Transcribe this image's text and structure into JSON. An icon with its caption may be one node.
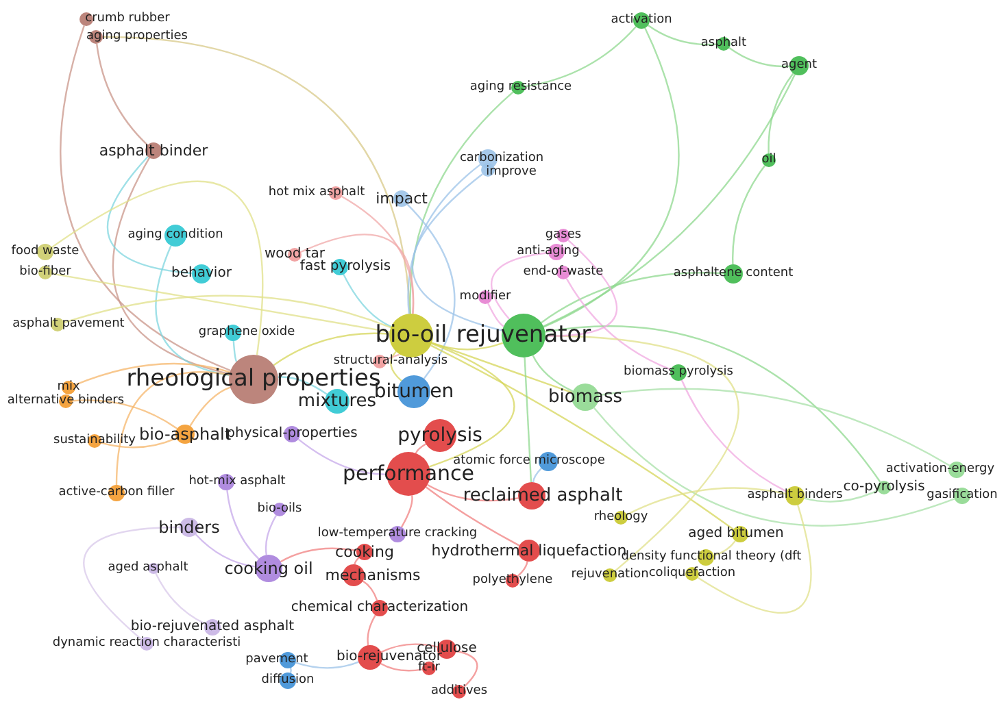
{
  "diagram": {
    "nodes": [
      {
        "text": [
          "crumb rubber"
        ]
      },
      {
        "text": [
          "aging properties"
        ]
      },
      {
        "text": [
          "asphalt binder"
        ]
      },
      {
        "text": [
          "aging resistance"
        ]
      },
      {
        "text": [
          "activation"
        ]
      },
      {
        "text": [
          "asphalt"
        ]
      },
      {
        "text": [
          "agent"
        ]
      },
      {
        "text": [
          "oil"
        ]
      },
      {
        "text": [
          "carbonization"
        ]
      },
      {
        "text": [
          "improve"
        ]
      },
      {
        "text": [
          "hot mix asphalt"
        ]
      },
      {
        "text": [
          "impact"
        ]
      },
      {
        "text": [
          "aging condition"
        ]
      },
      {
        "text": [
          "behavior"
        ]
      },
      {
        "text": [
          "food waste"
        ]
      },
      {
        "text": [
          "bio-fiber"
        ]
      },
      {
        "text": [
          "wood tar"
        ]
      },
      {
        "text": [
          "fast pyrolysis"
        ]
      },
      {
        "text": [
          "gases"
        ]
      },
      {
        "text": [
          "anti-aging"
        ]
      },
      {
        "text": [
          "end-of-waste"
        ]
      },
      {
        "text": [
          "asphaltene content"
        ]
      },
      {
        "text": [
          "modifier"
        ]
      },
      {
        "text": [
          "asphalt pavement"
        ]
      },
      {
        "text": [
          "graphene oxide"
        ]
      },
      {
        "text": [
          "bio-oil"
        ]
      },
      {
        "text": [
          "rejuvenator"
        ]
      },
      {
        "text": [
          "structural-analysis"
        ]
      },
      {
        "text": [
          "biomass pyrolysis"
        ]
      },
      {
        "text": [
          "rheological properties"
        ]
      },
      {
        "text": [
          "mix"
        ]
      },
      {
        "text": [
          "alternative binders"
        ]
      },
      {
        "text": [
          "mixtures"
        ]
      },
      {
        "text": [
          "bitumen"
        ]
      },
      {
        "text": [
          "biomass"
        ]
      },
      {
        "text": [
          "bio-asphalt"
        ]
      },
      {
        "text": [
          "physical-properties"
        ]
      },
      {
        "text": [
          "sustainability"
        ]
      },
      {
        "text": [
          "pyrolysis"
        ]
      },
      {
        "text": [
          "atomic force microscope"
        ]
      },
      {
        "text": [
          "performance"
        ]
      },
      {
        "text": [
          "active-carbon filler"
        ]
      },
      {
        "text": [
          "hot-mix asphalt"
        ]
      },
      {
        "text": [
          "reclaimed asphalt"
        ]
      },
      {
        "text": [
          "asphalt binders"
        ]
      },
      {
        "text": [
          "co-pyrolysis"
        ]
      },
      {
        "text": [
          "activation-energy"
        ]
      },
      {
        "text": [
          "gasification"
        ]
      },
      {
        "text": [
          "bio-oils"
        ]
      },
      {
        "text": [
          "binders"
        ]
      },
      {
        "text": [
          "rheology"
        ]
      },
      {
        "text": [
          "aged bitumen"
        ]
      },
      {
        "text": [
          "low-temperature cracking"
        ]
      },
      {
        "text": [
          "cooking"
        ]
      },
      {
        "text": [
          "hydrothermal liquefaction"
        ]
      },
      {
        "text": [
          "cooking oil"
        ]
      },
      {
        "text": [
          "mechanisms"
        ]
      },
      {
        "text": [
          "density functional theory (dft"
        ]
      },
      {
        "text": [
          "rejuvenation"
        ]
      },
      {
        "text": [
          "coliquefaction"
        ]
      },
      {
        "text": [
          "aged asphalt"
        ]
      },
      {
        "text": [
          "polyethylene"
        ]
      },
      {
        "text": [
          "chemical characterization"
        ]
      },
      {
        "text": [
          "bio-rejuvenated asphalt"
        ]
      },
      {
        "text": [
          "dynamic reaction characteristi"
        ]
      },
      {
        "text": [
          "bio-rejuvenator"
        ]
      },
      {
        "text": [
          "cellulose"
        ]
      },
      {
        "text": [
          "pavement"
        ]
      },
      {
        "text": [
          "ft-ir"
        ]
      },
      {
        "text": [
          "diffusion"
        ]
      },
      {
        "text": [
          "additives"
        ]
      }
    ],
    "edges": [
      {
        "from": 1,
        "to": 2,
        "arrow": "none",
        "color": "#c9968a"
      },
      {
        "from": 0,
        "to": 29,
        "arrow": "none",
        "color": "#c9968a"
      },
      {
        "from": 2,
        "to": 29,
        "arrow": "none",
        "color": "#c9968a"
      },
      {
        "from": 1,
        "to": 25,
        "arrow": "none",
        "color": "#d8c98a"
      },
      {
        "from": 2,
        "to": 13,
        "arrow": "none",
        "color": "#7fd6df"
      },
      {
        "from": 4,
        "to": 26,
        "arrow": "none",
        "color": "#8fd88f"
      },
      {
        "from": 4,
        "to": 5,
        "arrow": "none",
        "color": "#8fd88f"
      },
      {
        "from": 5,
        "to": 6,
        "arrow": "none",
        "color": "#8fd88f"
      },
      {
        "from": 6,
        "to": 7,
        "arrow": "none",
        "color": "#8fd88f"
      },
      {
        "from": 6,
        "to": 26,
        "arrow": "none",
        "color": "#8fd88f"
      },
      {
        "from": 3,
        "to": 4,
        "arrow": "none",
        "color": "#8fd88f"
      },
      {
        "from": 3,
        "to": 25,
        "arrow": "none",
        "color": "#8fd88f"
      },
      {
        "from": 7,
        "to": 21,
        "arrow": "none",
        "color": "#8fd88f"
      },
      {
        "from": 21,
        "to": 26,
        "arrow": "none",
        "color": "#8fd88f"
      },
      {
        "from": 8,
        "to": 25,
        "arrow": "none",
        "color": "#9cc3e8"
      },
      {
        "from": 11,
        "to": 33,
        "arrow": "none",
        "color": "#9cc3e8"
      },
      {
        "from": 10,
        "to": 25,
        "arrow": "none",
        "color": "#f0a8a8"
      },
      {
        "from": 16,
        "to": 25,
        "arrow": "none",
        "color": "#f0a8a8"
      },
      {
        "from": 17,
        "to": 25,
        "arrow": "none",
        "color": "#7fd6df"
      },
      {
        "from": 12,
        "to": 29,
        "arrow": "none",
        "color": "#7fd6df"
      },
      {
        "from": 14,
        "to": 29,
        "arrow": "none",
        "color": "#e0e08a"
      },
      {
        "from": 15,
        "to": 25,
        "arrow": "none",
        "color": "#e0e08a"
      },
      {
        "from": 23,
        "to": 25,
        "arrow": "none",
        "color": "#e0e08a"
      },
      {
        "from": 19,
        "to": 26,
        "arrow": "none",
        "color": "#f0a8e0"
      },
      {
        "from": 20,
        "to": 28,
        "arrow": "none",
        "color": "#f0a8e0"
      },
      {
        "from": 22,
        "to": 26,
        "arrow": "none",
        "color": "#f0a8e0"
      },
      {
        "from": 25,
        "to": 26,
        "arrow": "none",
        "color": "#d6d65a"
      },
      {
        "from": 25,
        "to": 29,
        "arrow": "none",
        "color": "#d6d65a"
      },
      {
        "from": 25,
        "to": 33,
        "arrow": "none",
        "color": "#d6d65a"
      },
      {
        "from": 25,
        "to": 40,
        "arrow": "none",
        "color": "#d6d65a"
      },
      {
        "from": 25,
        "to": 34,
        "arrow": "none",
        "color": "#d6d65a"
      },
      {
        "from": 25,
        "to": 51,
        "arrow": "none",
        "color": "#d6d65a"
      },
      {
        "from": 26,
        "to": 34,
        "arrow": "none",
        "color": "#8fd88f"
      },
      {
        "from": 26,
        "to": 43,
        "arrow": "none",
        "color": "#8fd88f"
      },
      {
        "from": 26,
        "to": 45,
        "arrow": "none",
        "color": "#8fd88f"
      },
      {
        "from": 28,
        "to": 44,
        "arrow": "none",
        "color": "#f0a8e0"
      },
      {
        "from": 34,
        "to": 46,
        "arrow": "none",
        "color": "#a8e0a8"
      },
      {
        "from": 34,
        "to": 47,
        "arrow": "none",
        "color": "#a8e0a8"
      },
      {
        "from": 29,
        "to": 35,
        "arrow": "none",
        "color": "#f5b56a"
      },
      {
        "from": 30,
        "to": 29,
        "arrow": "none",
        "color": "#f5b56a"
      },
      {
        "from": 31,
        "to": 35,
        "arrow": "none",
        "color": "#f5b56a"
      },
      {
        "from": 37,
        "to": 35,
        "arrow": "none",
        "color": "#f5b56a"
      },
      {
        "from": 41,
        "to": 29,
        "arrow": "none",
        "color": "#f5b56a"
      },
      {
        "from": 24,
        "to": 29,
        "arrow": "none",
        "color": "#7fd6df"
      },
      {
        "from": 32,
        "to": 29,
        "arrow": "none",
        "color": "#7fd6df"
      },
      {
        "from": 36,
        "to": 40,
        "arrow": "none",
        "color": "#c6a8ea"
      },
      {
        "from": 27,
        "to": 25,
        "arrow": "none",
        "color": "#f0a8a8"
      },
      {
        "from": 38,
        "to": 40,
        "arrow": "none",
        "color": "#f08080"
      },
      {
        "from": 39,
        "to": 43,
        "arrow": "none",
        "color": "#9cc3e8"
      },
      {
        "from": 40,
        "to": 43,
        "arrow": "none",
        "color": "#f08080"
      },
      {
        "from": 40,
        "to": 54,
        "arrow": "none",
        "color": "#f08080"
      },
      {
        "from": 53,
        "to": 56,
        "arrow": "none",
        "color": "#f08080"
      },
      {
        "from": 62,
        "to": 56,
        "arrow": "none",
        "color": "#f08080"
      },
      {
        "from": 42,
        "to": 55,
        "arrow": "none",
        "color": "#c6a8ea"
      },
      {
        "from": 48,
        "to": 55,
        "arrow": "none",
        "color": "#c6a8ea"
      },
      {
        "from": 49,
        "to": 55,
        "arrow": "none",
        "color": "#c6a8ea"
      },
      {
        "from": 60,
        "to": 63,
        "arrow": "none",
        "color": "#d8c8ea"
      },
      {
        "from": 64,
        "to": 49,
        "arrow": "none",
        "color": "#d8c8ea"
      },
      {
        "from": 52,
        "to": 40,
        "arrow": "none",
        "color": "#f08080"
      },
      {
        "from": 53,
        "to": 55,
        "arrow": "none",
        "color": "#f08080"
      },
      {
        "from": 62,
        "to": 65,
        "arrow": "none",
        "color": "#f08080"
      },
      {
        "from": 61,
        "to": 54,
        "arrow": "none",
        "color": "#f08080"
      },
      {
        "from": 66,
        "to": 65,
        "arrow": "none",
        "color": "#f08080"
      },
      {
        "from": 68,
        "to": 65,
        "arrow": "none",
        "color": "#f08080"
      },
      {
        "from": 70,
        "to": 66,
        "arrow": "none",
        "color": "#f08080"
      },
      {
        "from": 67,
        "to": 65,
        "arrow": "none",
        "color": "#9cc3e8"
      },
      {
        "from": 69,
        "to": 67,
        "arrow": "none",
        "color": "#9cc3e8"
      },
      {
        "from": 50,
        "to": 44,
        "arrow": "none",
        "color": "#e0e08a"
      },
      {
        "from": 57,
        "to": 51,
        "arrow": "none",
        "color": "#e0e08a"
      },
      {
        "from": 58,
        "to": 26,
        "arrow": "none",
        "color": "#e0e08a"
      },
      {
        "from": 59,
        "to": 44,
        "arrow": "none",
        "color": "#e0e08a"
      },
      {
        "from": 44,
        "to": 45,
        "arrow": "none",
        "color": "#a8e0a8"
      },
      {
        "from": 18,
        "to": 26,
        "arrow": "none",
        "color": "#f0a8e0"
      },
      {
        "from": 9,
        "to": 26,
        "arrow": "none",
        "color": "#9cc3e8"
      }
    ]
  }
}
